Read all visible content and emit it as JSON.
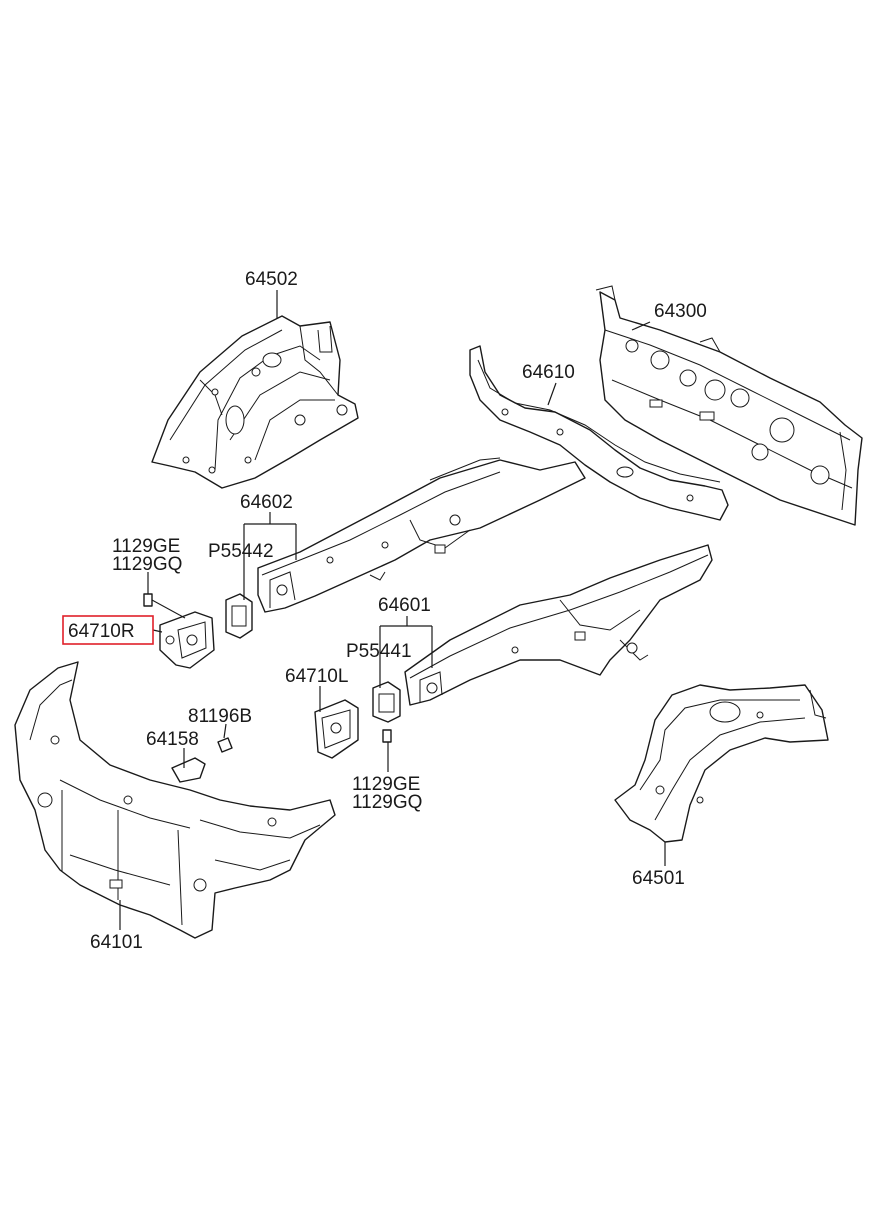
{
  "labels": {
    "p64502": "64502",
    "p64300": "64300",
    "p64610": "64610",
    "p64602": "64602",
    "p55442": "P55442",
    "g1129ge_a": "1129GE",
    "g1129gq_a": "1129GQ",
    "p64710r": "64710R",
    "p64601": "64601",
    "p55441": "P55441",
    "p64710l": "64710L",
    "p81196b": "81196B",
    "p64158": "64158",
    "g1129ge_b": "1129GE",
    "g1129gq_b": "1129GQ",
    "p64501": "64501",
    "p64101": "64101"
  },
  "highlight": {
    "part": "64710R",
    "color": "#e0202a"
  }
}
